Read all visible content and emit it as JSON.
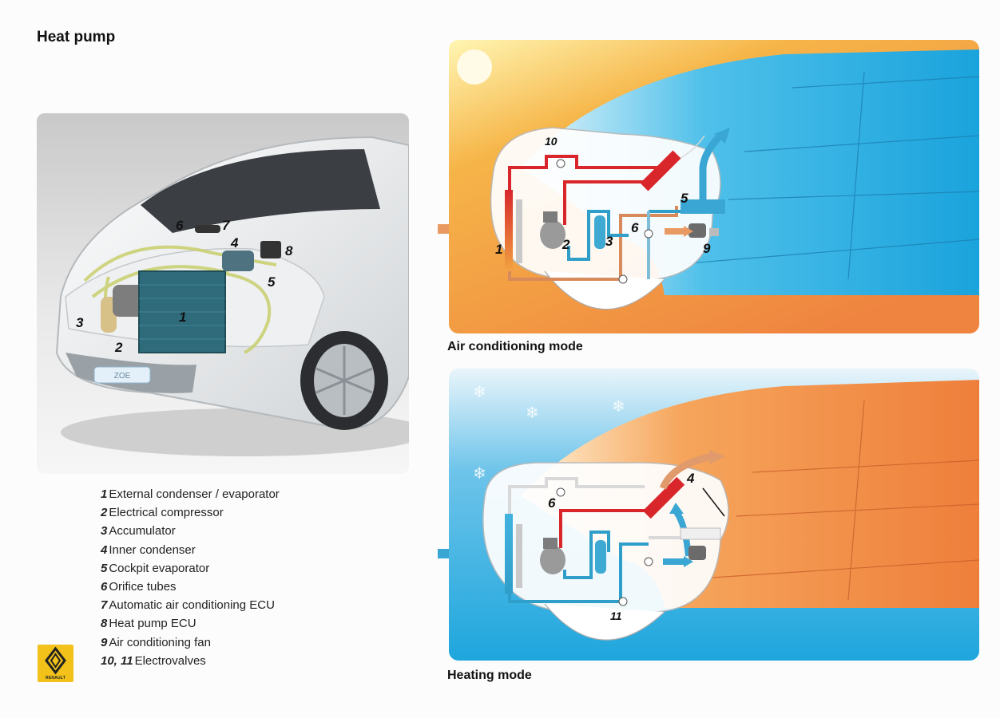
{
  "title": "Heat pump",
  "photo": {
    "badge_text": "ZOE",
    "callouts": [
      "1",
      "2",
      "3",
      "4",
      "5",
      "6",
      "7",
      "8"
    ]
  },
  "legend": [
    {
      "num": "1",
      "text": "External condenser / evaporator"
    },
    {
      "num": "2",
      "text": "Electrical compressor"
    },
    {
      "num": "3",
      "text": "Accumulator"
    },
    {
      "num": "4",
      "text": "Inner condenser"
    },
    {
      "num": "5",
      "text": "Cockpit evaporator"
    },
    {
      "num": "6",
      "text": "Orifice tubes"
    },
    {
      "num": "7",
      "text": "Automatic air conditioning ECU"
    },
    {
      "num": "8",
      "text": "Heat pump ECU"
    },
    {
      "num": "9",
      "text": "Air conditioning fan"
    },
    {
      "num": "10, 11",
      "text": "Electrovalves"
    }
  ],
  "ac_mode": {
    "caption": "Air conditioning mode",
    "labels": [
      "10",
      "1",
      "2",
      "3",
      "5",
      "6",
      "9"
    ]
  },
  "heating_mode": {
    "caption": "Heating mode",
    "labels": [
      "4",
      "6",
      "11"
    ]
  },
  "logo": {
    "brand": "RENAULT"
  },
  "colors": {
    "hot": "#d8262b",
    "cold": "#2f9ec9",
    "warm_bg": "#f08a3c",
    "cool_bg": "#25a9dc",
    "logo_yellow": "#f2c21b"
  }
}
